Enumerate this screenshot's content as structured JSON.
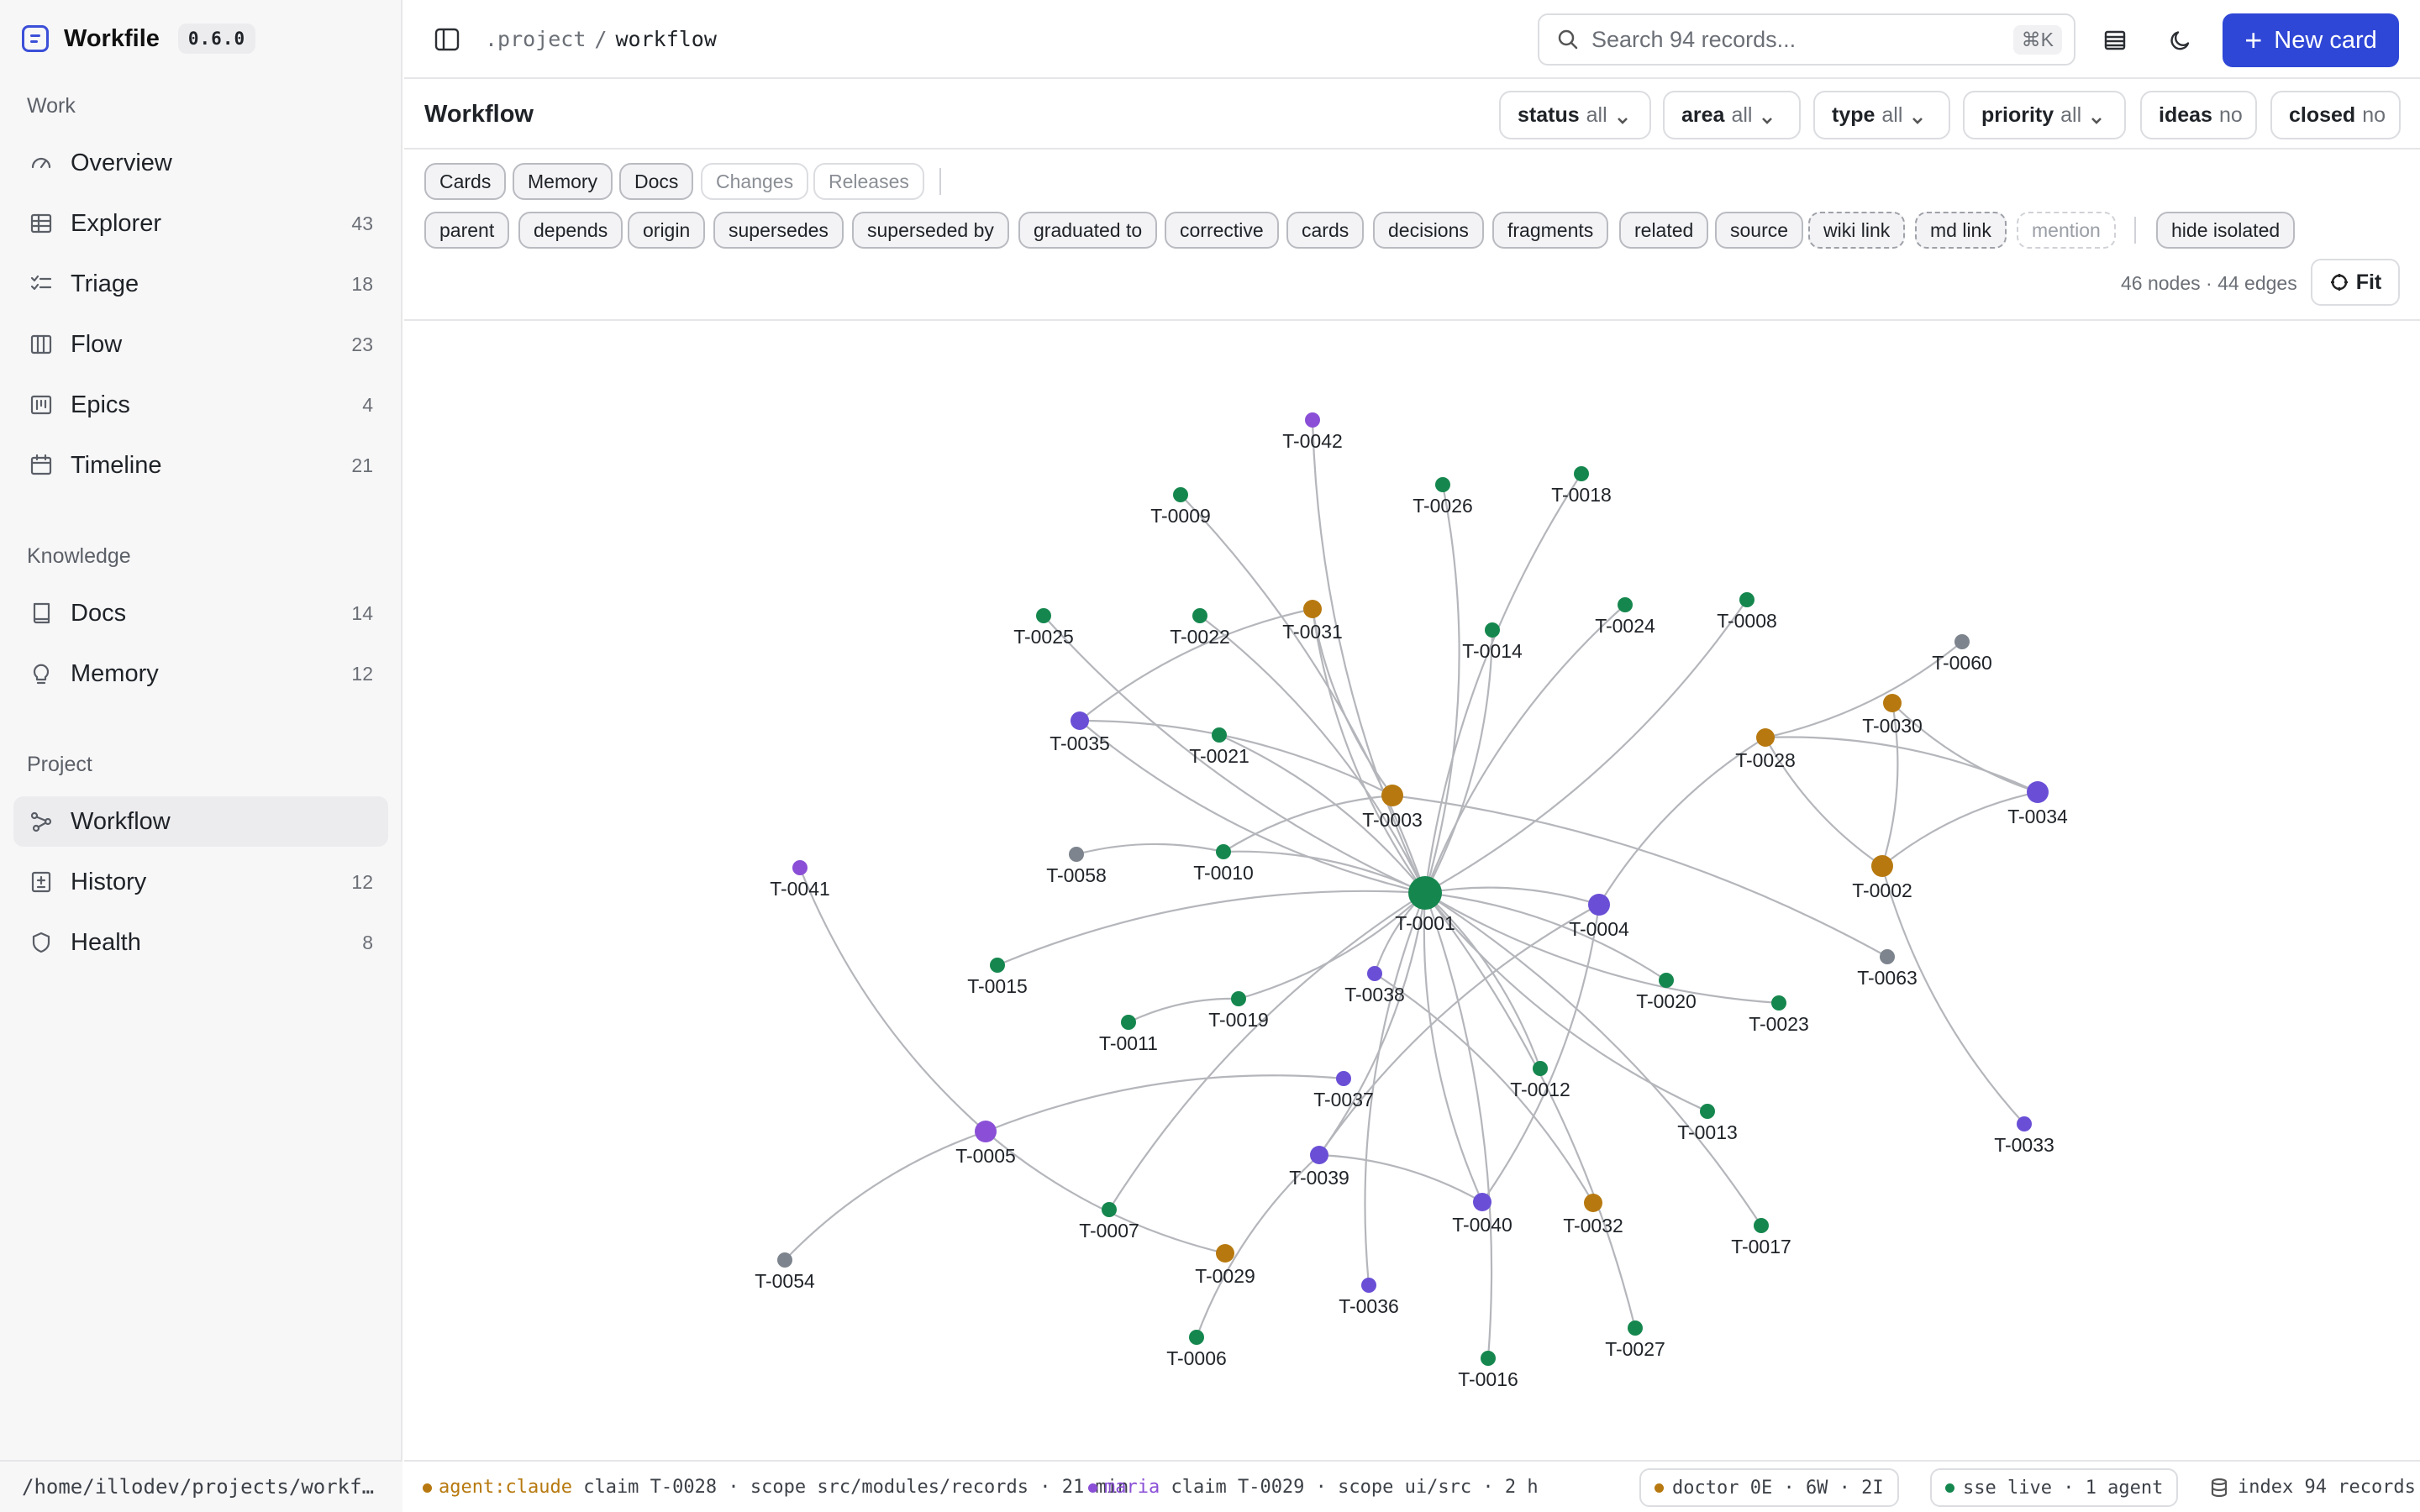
{
  "app": {
    "name": "Workfile",
    "version": "0.6.0"
  },
  "sidebar": {
    "sections": [
      {
        "label": "Work",
        "items": [
          {
            "label": "Overview",
            "count": "",
            "icon": "gauge-icon"
          },
          {
            "label": "Explorer",
            "count": "43",
            "icon": "table-icon"
          },
          {
            "label": "Triage",
            "count": "18",
            "icon": "checklist-icon"
          },
          {
            "label": "Flow",
            "count": "23",
            "icon": "columns-icon"
          },
          {
            "label": "Epics",
            "count": "4",
            "icon": "kanban-icon"
          },
          {
            "label": "Timeline",
            "count": "21",
            "icon": "calendar-icon"
          }
        ]
      },
      {
        "label": "Knowledge",
        "items": [
          {
            "label": "Docs",
            "count": "14",
            "icon": "book-icon"
          },
          {
            "label": "Memory",
            "count": "12",
            "icon": "lightbulb-icon"
          }
        ]
      },
      {
        "label": "Project",
        "items": [
          {
            "label": "Workflow",
            "count": "",
            "icon": "workflow-icon",
            "active": true
          },
          {
            "label": "History",
            "count": "12",
            "icon": "history-icon"
          },
          {
            "label": "Health",
            "count": "8",
            "icon": "shield-icon"
          }
        ]
      }
    ],
    "footer_path": "/home/illodev/projects/workfile"
  },
  "topbar": {
    "breadcrumb": [
      ".project",
      "workflow"
    ],
    "breadcrumb_sep": "/",
    "search_placeholder": "Search 94 records...",
    "search_shortcut": "⌘K",
    "new_card_label": "New card"
  },
  "workflow": {
    "title": "Workflow",
    "filters": [
      {
        "key": "status",
        "value": "all",
        "dropdown": true
      },
      {
        "key": "area",
        "value": "all",
        "dropdown": true
      },
      {
        "key": "type",
        "value": "all",
        "dropdown": true
      },
      {
        "key": "priority",
        "value": "all",
        "dropdown": true
      },
      {
        "key": "ideas",
        "value": "no",
        "dropdown": false
      },
      {
        "key": "closed",
        "value": "no",
        "dropdown": false
      }
    ],
    "sources": [
      {
        "label": "Cards",
        "on": true
      },
      {
        "label": "Memory",
        "on": true
      },
      {
        "label": "Docs",
        "on": true
      },
      {
        "label": "Changes",
        "on": false
      },
      {
        "label": "Releases",
        "on": false
      }
    ],
    "relations": [
      {
        "label": "parent",
        "style": "on"
      },
      {
        "label": "depends",
        "style": "on"
      },
      {
        "label": "origin",
        "style": "on"
      },
      {
        "label": "supersedes",
        "style": "on"
      },
      {
        "label": "superseded by",
        "style": "on"
      },
      {
        "label": "graduated to",
        "style": "on"
      },
      {
        "label": "corrective",
        "style": "on"
      },
      {
        "label": "cards",
        "style": "on"
      },
      {
        "label": "decisions",
        "style": "on"
      },
      {
        "label": "fragments",
        "style": "on"
      },
      {
        "label": "related",
        "style": "on"
      },
      {
        "label": "source",
        "style": "on"
      },
      {
        "label": "wiki link",
        "style": "dashed"
      },
      {
        "label": "md link",
        "style": "dashed"
      },
      {
        "label": "mention",
        "style": "faint"
      }
    ],
    "hide_isolated_label": "hide isolated",
    "meta": "46 nodes · 44 edges",
    "fit_label": "Fit"
  },
  "graph": {
    "colors": {
      "green": "#15874e",
      "amber": "#b7790f",
      "violet": "#6a4fd6",
      "purple": "#8a4fd6",
      "gray": "#7d848d",
      "edge": "#b4b6bb"
    },
    "nodes": [
      {
        "id": "T-0001",
        "color": "green",
        "size": "xl"
      },
      {
        "id": "T-0002",
        "color": "amber",
        "size": "lg"
      },
      {
        "id": "T-0003",
        "color": "amber",
        "size": "lg"
      },
      {
        "id": "T-0004",
        "color": "violet",
        "size": "lg"
      },
      {
        "id": "T-0005",
        "color": "purple",
        "size": "lg"
      },
      {
        "id": "T-0006",
        "color": "green",
        "size": "sm"
      },
      {
        "id": "T-0007",
        "color": "green",
        "size": "sm"
      },
      {
        "id": "T-0008",
        "color": "green",
        "size": "sm"
      },
      {
        "id": "T-0009",
        "color": "green",
        "size": "sm"
      },
      {
        "id": "T-0010",
        "color": "green",
        "size": "sm"
      },
      {
        "id": "T-0011",
        "color": "green",
        "size": "sm"
      },
      {
        "id": "T-0012",
        "color": "green",
        "size": "sm"
      },
      {
        "id": "T-0013",
        "color": "green",
        "size": "sm"
      },
      {
        "id": "T-0014",
        "color": "green",
        "size": "sm"
      },
      {
        "id": "T-0015",
        "color": "green",
        "size": "sm"
      },
      {
        "id": "T-0016",
        "color": "green",
        "size": "sm"
      },
      {
        "id": "T-0017",
        "color": "green",
        "size": "sm"
      },
      {
        "id": "T-0018",
        "color": "green",
        "size": "sm"
      },
      {
        "id": "T-0019",
        "color": "green",
        "size": "sm"
      },
      {
        "id": "T-0020",
        "color": "green",
        "size": "sm"
      },
      {
        "id": "T-0021",
        "color": "green",
        "size": "sm"
      },
      {
        "id": "T-0022",
        "color": "green",
        "size": "sm"
      },
      {
        "id": "T-0023",
        "color": "green",
        "size": "sm"
      },
      {
        "id": "T-0024",
        "color": "green",
        "size": "sm"
      },
      {
        "id": "T-0025",
        "color": "green",
        "size": "sm"
      },
      {
        "id": "T-0026",
        "color": "green",
        "size": "sm"
      },
      {
        "id": "T-0027",
        "color": "green",
        "size": "sm"
      },
      {
        "id": "T-0028",
        "color": "amber",
        "size": "md"
      },
      {
        "id": "T-0029",
        "color": "amber",
        "size": "md"
      },
      {
        "id": "T-0030",
        "color": "amber",
        "size": "md"
      },
      {
        "id": "T-0031",
        "color": "amber",
        "size": "md"
      },
      {
        "id": "T-0032",
        "color": "amber",
        "size": "md"
      },
      {
        "id": "T-0033",
        "color": "violet",
        "size": "sm"
      },
      {
        "id": "T-0034",
        "color": "violet",
        "size": "lg"
      },
      {
        "id": "T-0035",
        "color": "violet",
        "size": "md"
      },
      {
        "id": "T-0036",
        "color": "violet",
        "size": "sm"
      },
      {
        "id": "T-0037",
        "color": "violet",
        "size": "sm"
      },
      {
        "id": "T-0038",
        "color": "violet",
        "size": "sm"
      },
      {
        "id": "T-0039",
        "color": "violet",
        "size": "md"
      },
      {
        "id": "T-0040",
        "color": "violet",
        "size": "md"
      },
      {
        "id": "T-0041",
        "color": "purple",
        "size": "sm"
      },
      {
        "id": "T-0042",
        "color": "purple",
        "size": "sm"
      },
      {
        "id": "T-0054",
        "color": "gray",
        "size": "sm"
      },
      {
        "id": "T-0058",
        "color": "gray",
        "size": "sm"
      },
      {
        "id": "T-0060",
        "color": "gray",
        "size": "sm"
      },
      {
        "id": "T-0063",
        "color": "gray",
        "size": "sm"
      }
    ],
    "edges": [
      [
        "T-0001",
        "T-0009"
      ],
      [
        "T-0001",
        "T-0042"
      ],
      [
        "T-0001",
        "T-0026"
      ],
      [
        "T-0001",
        "T-0018"
      ],
      [
        "T-0001",
        "T-0022"
      ],
      [
        "T-0001",
        "T-0031"
      ],
      [
        "T-0001",
        "T-0014"
      ],
      [
        "T-0001",
        "T-0024"
      ],
      [
        "T-0001",
        "T-0008"
      ],
      [
        "T-0001",
        "T-0025"
      ],
      [
        "T-0001",
        "T-0021"
      ],
      [
        "T-0001",
        "T-0035"
      ],
      [
        "T-0001",
        "T-0010"
      ],
      [
        "T-0001",
        "T-0004"
      ],
      [
        "T-0001",
        "T-0015"
      ],
      [
        "T-0001",
        "T-0019"
      ],
      [
        "T-0001",
        "T-0038"
      ],
      [
        "T-0001",
        "T-0020"
      ],
      [
        "T-0001",
        "T-0023"
      ],
      [
        "T-0001",
        "T-0012"
      ],
      [
        "T-0001",
        "T-0013"
      ],
      [
        "T-0001",
        "T-0017"
      ],
      [
        "T-0001",
        "T-0040"
      ],
      [
        "T-0001",
        "T-0016"
      ],
      [
        "T-0001",
        "T-0036"
      ],
      [
        "T-0001",
        "T-0039"
      ],
      [
        "T-0001",
        "T-0007"
      ],
      [
        "T-0001",
        "T-0027"
      ],
      [
        "T-0003",
        "T-0035"
      ],
      [
        "T-0003",
        "T-0031"
      ],
      [
        "T-0003",
        "T-0010"
      ],
      [
        "T-0003",
        "T-0063"
      ],
      [
        "T-0010",
        "T-0058"
      ],
      [
        "T-0035",
        "T-0031"
      ],
      [
        "T-0019",
        "T-0011"
      ],
      [
        "T-0004",
        "T-0028"
      ],
      [
        "T-0004",
        "T-0039"
      ],
      [
        "T-0004",
        "T-0040"
      ],
      [
        "T-0028",
        "T-0060"
      ],
      [
        "T-0028",
        "T-0034"
      ],
      [
        "T-0028",
        "T-0002"
      ],
      [
        "T-0030",
        "T-0002"
      ],
      [
        "T-0030",
        "T-0034"
      ],
      [
        "T-0002",
        "T-0034"
      ],
      [
        "T-0002",
        "T-0033"
      ],
      [
        "T-0005",
        "T-0041"
      ],
      [
        "T-0005",
        "T-0054"
      ],
      [
        "T-0005",
        "T-0037"
      ],
      [
        "T-0005",
        "T-0029"
      ],
      [
        "T-0039",
        "T-0040"
      ],
      [
        "T-0039",
        "T-0006"
      ],
      [
        "T-0038",
        "T-0032"
      ]
    ]
  },
  "statusbar": {
    "claims": [
      {
        "agent": "agent:claude",
        "text": "claim T-0028 · scope src/modules/records · 21 min",
        "color": "#b7790f"
      },
      {
        "agent": "maria",
        "text": "claim T-0029 · scope ui/src · 2 h",
        "color": "#8a4fd6"
      }
    ],
    "doctor": "doctor 0E · 6W · 2I",
    "doctor_color": "#b7790f",
    "sse": "sse live · 1 agent",
    "sse_color": "#15874e",
    "index": "index 94 records"
  }
}
